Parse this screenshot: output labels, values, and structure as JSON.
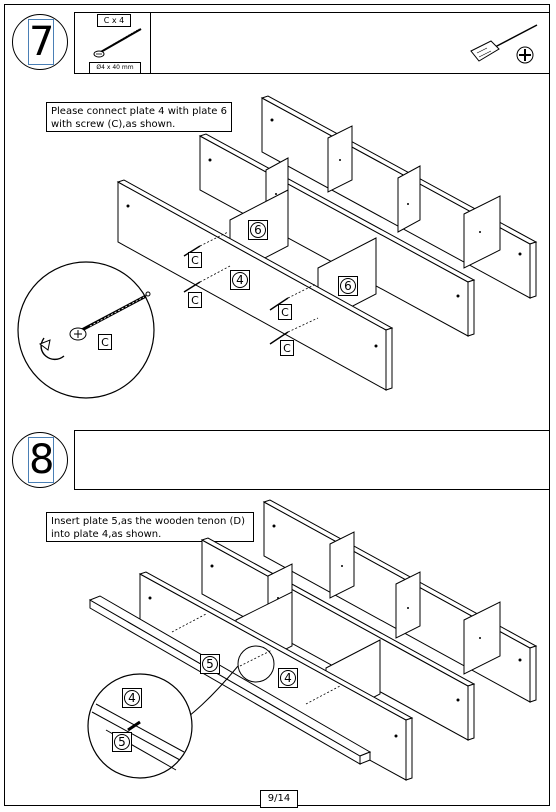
{
  "step7": {
    "number": "7",
    "hardware": {
      "qty": "C x 4",
      "size": "Ø4 x 40 mm"
    },
    "instruction_line1": "Please connect plate 4 with plate 6",
    "instruction_line2": "with screw (C),as shown.",
    "labels": {
      "plate6": "6",
      "plate4": "4",
      "screw": "C"
    }
  },
  "step8": {
    "number": "8",
    "instruction_line1": "Insert plate 5,as the wooden tenon (D)",
    "instruction_line2": "into plate 4,as shown.",
    "labels": {
      "plate5": "5",
      "plate4": "4"
    }
  },
  "footer": {
    "page": "9/14"
  }
}
